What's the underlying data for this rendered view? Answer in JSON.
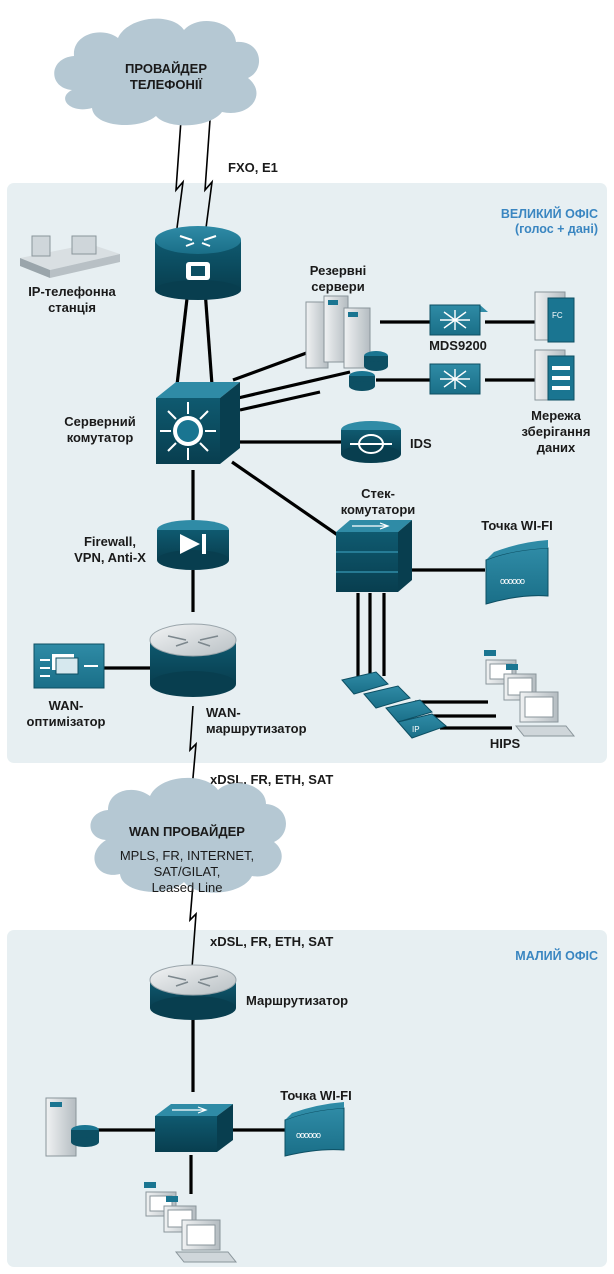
{
  "colors": {
    "office_bg": "#e7eff2",
    "cloud": "#b5c8d3",
    "device_dark": "#0d4f63",
    "device_teal": "#1a7591",
    "office_title": "#3a86c1",
    "line": "#000000"
  },
  "top_cloud": {
    "line1": "ПРОВАЙДЕР",
    "line2": "ТЕЛЕФОНІЇ"
  },
  "link_top": "FXO, E1",
  "big_office": {
    "title": "ВЕЛИКИЙ ОФІС",
    "subtitle": "(голос + дані)",
    "pbx": {
      "line1": "IP-телефонна",
      "line2": "станція"
    },
    "backup": {
      "line1": "Резервні",
      "line2": "сервери"
    },
    "mds": "MDS9200",
    "storage": {
      "line1": "Мережа",
      "line2": "зберігання",
      "line3": "даних"
    },
    "core_switch": {
      "line1": "Серверний",
      "line2": "комутатор"
    },
    "ids": "IDS",
    "stack": {
      "line1": "Стек-",
      "line2": "комутатори"
    },
    "wifi": "Точка WI-FI",
    "firewall": {
      "line1": "Firewall,",
      "line2": "VPN, Anti-X"
    },
    "wan_opt": {
      "line1": "WAN-",
      "line2": "оптимізатор"
    },
    "wan_router": {
      "line1": "WAN-",
      "line2": "маршрутизатор"
    },
    "hips": "HIPS"
  },
  "link_mid": "xDSL, FR, ETH, SAT",
  "wan_cloud": {
    "line1": "WAN ПРОВАЙДЕР",
    "line2": "MPLS, FR, INTERNET,",
    "line3": "SAT/GILAT,",
    "line4": "Leased Line"
  },
  "link_bottom": "xDSL, FR, ETH, SAT",
  "small_office": {
    "title": "МАЛИЙ ОФІС",
    "router": "Маршрутизатор",
    "wifi": "Точка WI-FI"
  },
  "icons": [
    "cloud-icon",
    "voice-router-icon",
    "ip-pbx-icon",
    "server-icon",
    "mds-switch-icon",
    "storage-array-icon",
    "multilayer-switch-icon",
    "ids-icon",
    "stack-switch-icon",
    "access-point-icon",
    "firewall-icon",
    "wan-optimizer-icon",
    "router-icon",
    "ip-phone-icon",
    "workstation-icon"
  ]
}
